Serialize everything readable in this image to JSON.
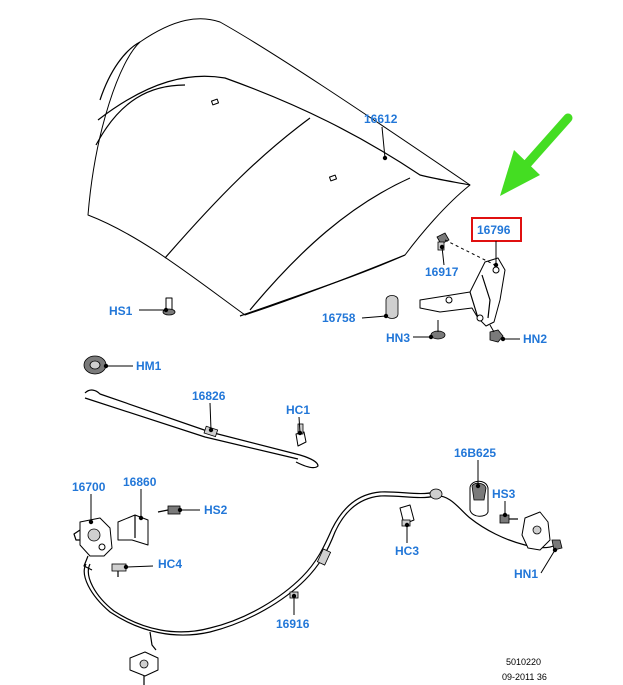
{
  "labels": {
    "p16612": "16612",
    "p16796": "16796",
    "p16917": "16917",
    "pHS1": "HS1",
    "p16758": "16758",
    "pHN3": "HN3",
    "pHN2": "HN2",
    "pHM1": "HM1",
    "p16826": "16826",
    "pHC1": "HC1",
    "p16700": "16700",
    "p16860": "16860",
    "pHS2": "HS2",
    "p16B625": "16B625",
    "pHS3": "HS3",
    "pHC3": "HC3",
    "pHC4": "HC4",
    "pHN1": "HN1",
    "p16916": "16916"
  },
  "footer": {
    "code": "5010220",
    "date": "09-2011 36"
  },
  "colors": {
    "label": "#2277d8",
    "arrow": "#44dd22",
    "highlight_box": "#e01010"
  }
}
